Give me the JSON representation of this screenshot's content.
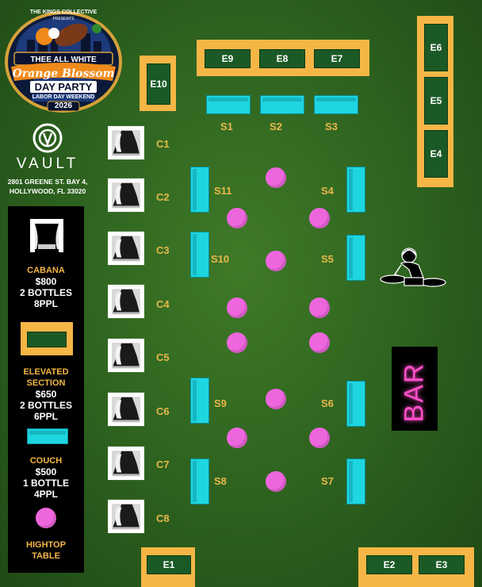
{
  "logo": {
    "collective": "THE KINGS COLLECTIVE",
    "presents": "PRESENTS",
    "line1": "THEE ALL WHITE",
    "line2": "Orange Blossom",
    "line3": "DAY PARTY",
    "line4": "LABOR DAY WEEKEND",
    "year": "2026"
  },
  "venue": {
    "name": "VAULT",
    "address_line1": "2801 GREENE ST. BAY 4,",
    "address_line2": "HOLLYWOOD, FL 33020"
  },
  "legend": {
    "cabana": {
      "title": "CABANA",
      "price": "$800",
      "bottles": "2 BOTTLES",
      "people": "8PPL"
    },
    "elevated": {
      "title_line1": "ELEVATED",
      "title_line2": "SECTION",
      "price": "$650",
      "bottles": "2 BOTTLES",
      "people": "6PPL"
    },
    "couch": {
      "title": "COUCH",
      "price": "$500",
      "bottles": "1 BOTTLE",
      "people": "4PPL"
    },
    "hightop": {
      "title_line1": "HIGHTOP",
      "title_line2": "TABLE"
    }
  },
  "elevated": {
    "e1": "E1",
    "e2": "E2",
    "e3": "E3",
    "e4": "E4",
    "e5": "E5",
    "e6": "E6",
    "e7": "E7",
    "e8": "E8",
    "e9": "E9",
    "e10": "E10"
  },
  "couches": {
    "s1": "S1",
    "s2": "S2",
    "s3": "S3",
    "s4": "S4",
    "s5": "S5",
    "s6": "S6",
    "s7": "S7",
    "s8": "S8",
    "s9": "S9",
    "s10": "S10",
    "s11": "S11"
  },
  "cabanas": {
    "c1": "C1",
    "c2": "C2",
    "c3": "C3",
    "c4": "C4",
    "c5": "C5",
    "c6": "C6",
    "c7": "C7",
    "c8": "C8"
  },
  "bar": {
    "label": "BAR"
  },
  "colors": {
    "gold": "#f5b646",
    "section_green": "#1b5a26",
    "couch_cyan": "#1ed6e0",
    "hightop_pink": "#ee66dd",
    "bar_neon": "#ff4fc8"
  }
}
